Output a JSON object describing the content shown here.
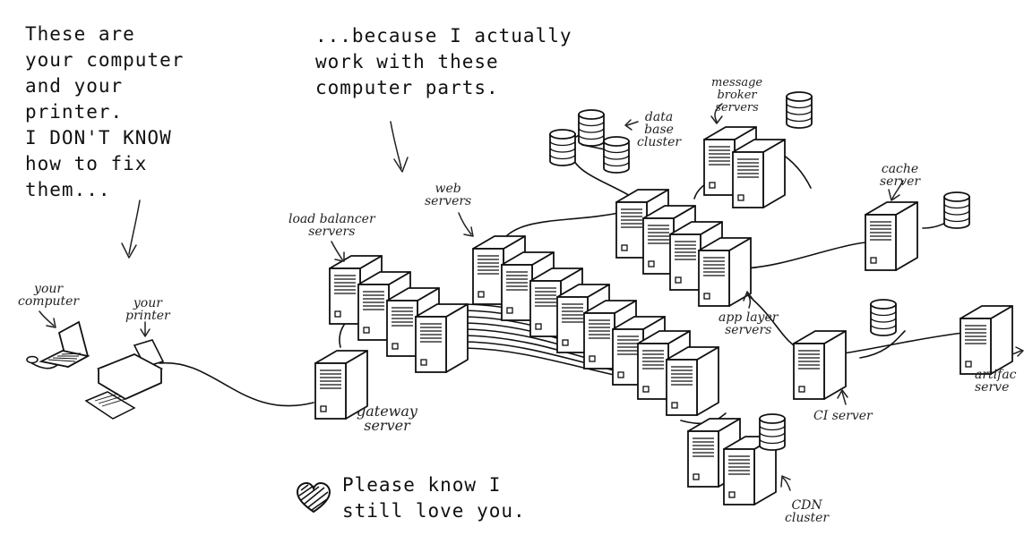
{
  "texts": {
    "left_note": "These are\nyour computer\nand your\nprinter.\nI DON'T KNOW\nhow to fix\nthem...",
    "middle_note": "...because I actually\nwork with these\ncomputer parts.",
    "love_note": "Please know I\nstill love you."
  },
  "labels": {
    "your_computer": "your\ncomputer",
    "your_printer": "your\nprinter",
    "load_balancer": "load balancer\nservers",
    "web_servers": "web\nservers",
    "database": "data\nbase\ncluster",
    "message_broker": "message\nbroker\nservers",
    "cache": "cache\nserver",
    "app_layer": "app layer\nservers",
    "gateway": "gateway\nserver",
    "ci": "CI server",
    "artifact": "artifac\nserve",
    "cdn": "CDN\ncluster"
  },
  "icons": {
    "heart": "heart-icon"
  }
}
